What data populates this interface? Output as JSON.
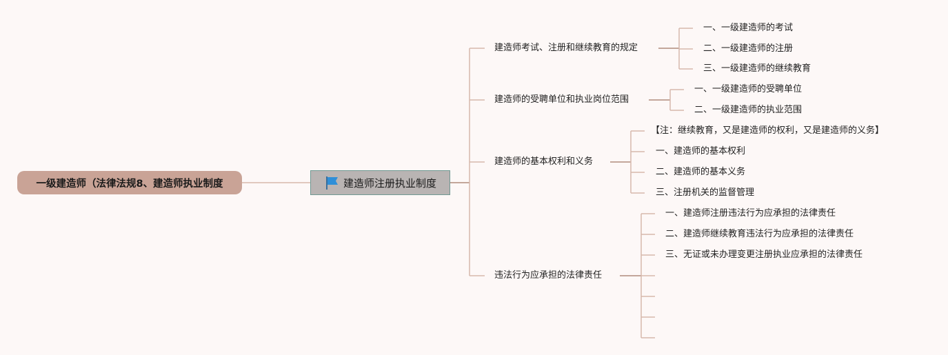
{
  "colors": {
    "background": "#fdf8f7",
    "root_fill": "#c9a396",
    "center_fill": "#b9b4b3",
    "center_border": "#6f9892",
    "connector": "#d6b8ac",
    "connector_dark": "#b08a7c",
    "flag": "#2f8fd8"
  },
  "root": {
    "label": "一级建造师（法律法规8、建造师执业制度"
  },
  "center": {
    "icon": "flag-icon",
    "label": "建造师注册执业制度"
  },
  "branches": [
    {
      "label": "建造师考试、注册和继续教育的规定",
      "children": [
        "一、一级建造师的考试",
        "二、一级建造师的注册",
        "三、一级建造师的继续教育"
      ]
    },
    {
      "label": "建造师的受聘单位和执业岗位范围",
      "children": [
        "一、一级建造师的受聘单位",
        "二、一级建造师的执业范围"
      ]
    },
    {
      "label": "建造师的基本权利和义务",
      "children": [
        "【注：继续教育，又是建造师的权利，又是建造师的义务】",
        "一、建造师的基本权利",
        "二、建造师的基本义务",
        "三、注册机关的监督管理"
      ]
    },
    {
      "label": "违法行为应承担的法律责任",
      "children": [
        "一、建造师注册违法行为应承担的法律责任",
        "二、建造师继续教育违法行为应承担的法律责任",
        "三、无证或未办理变更注册执业应承担的法律责任",
        "",
        "",
        "",
        ""
      ]
    }
  ]
}
